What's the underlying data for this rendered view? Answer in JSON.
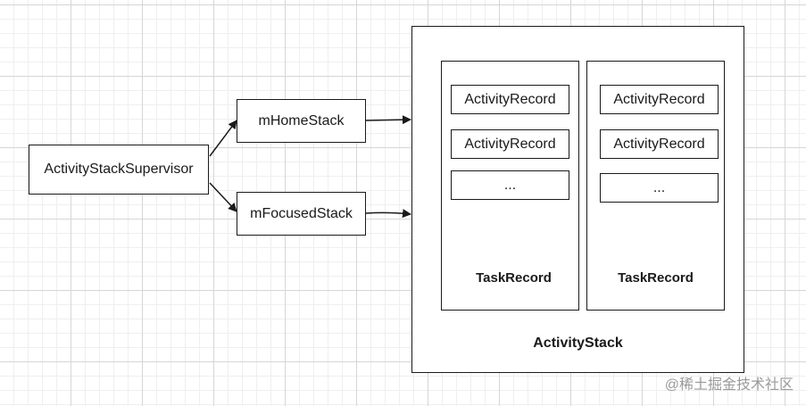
{
  "nodes": {
    "supervisor": "ActivityStackSupervisor",
    "home_stack": "mHomeStack",
    "focused_stack": "mFocusedStack",
    "activity_stack": "ActivityStack",
    "task_records": [
      {
        "label": "TaskRecord",
        "activities": [
          "ActivityRecord",
          "ActivityRecord",
          "..."
        ]
      },
      {
        "label": "TaskRecord",
        "activities": [
          "ActivityRecord",
          "ActivityRecord",
          "..."
        ]
      }
    ]
  },
  "edges": [
    {
      "from": "supervisor",
      "to": "home_stack"
    },
    {
      "from": "supervisor",
      "to": "focused_stack"
    },
    {
      "from": "home_stack",
      "to": "activity_stack"
    },
    {
      "from": "focused_stack",
      "to": "activity_stack"
    }
  ],
  "watermark": "@稀土掘金技术社区",
  "colors": {
    "stroke": "#1a1a1a",
    "grid": "#d6d6d6",
    "watermark": "#9a9a9a"
  }
}
